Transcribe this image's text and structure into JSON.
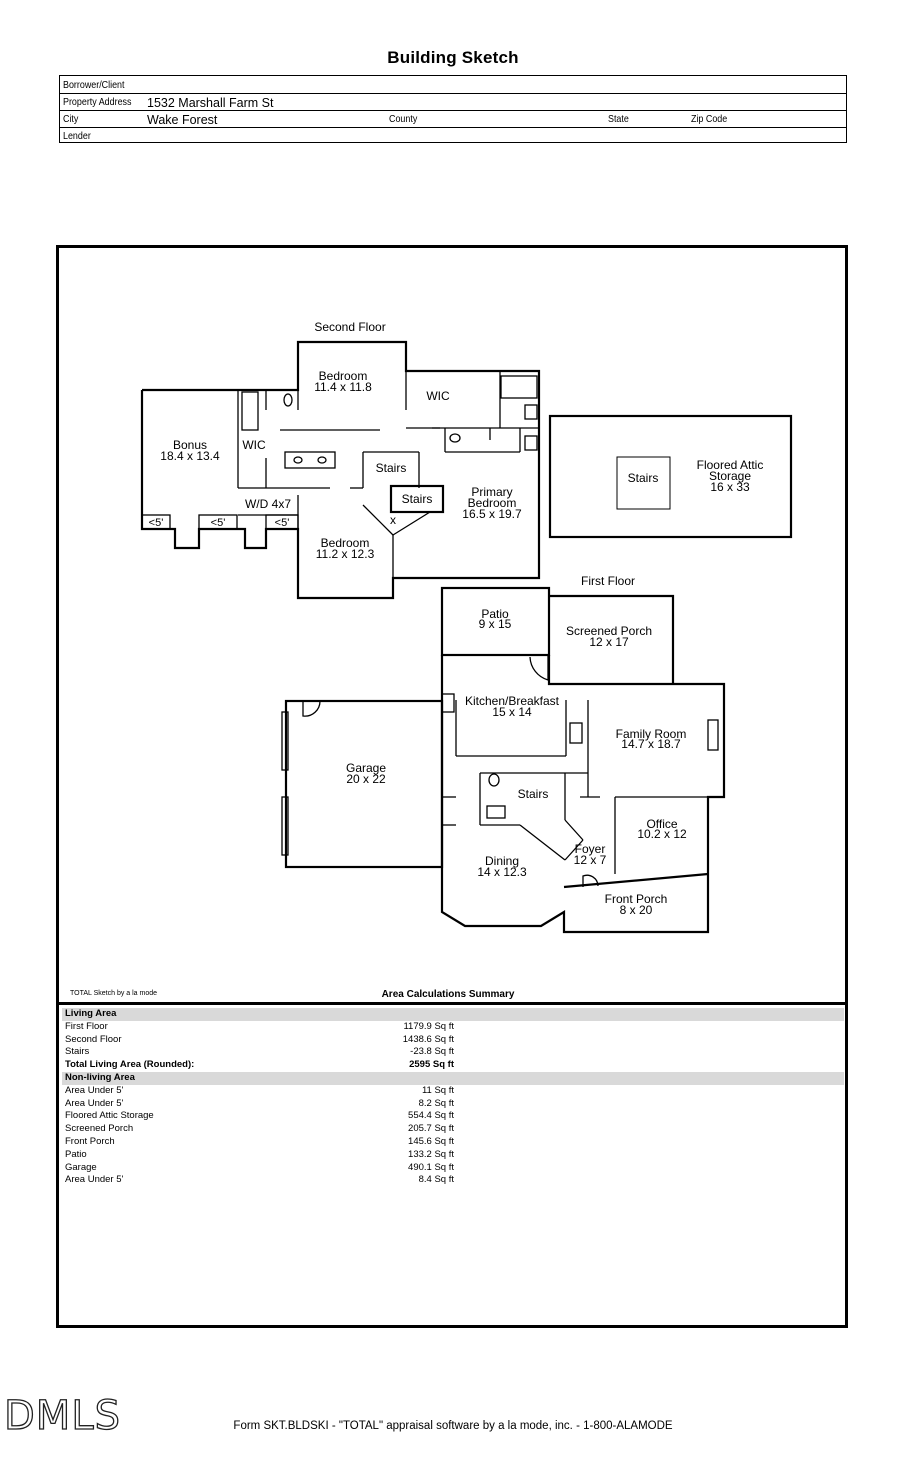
{
  "title": "Building Sketch",
  "header": {
    "borrower_label": "Borrower/Client",
    "borrower_value": "",
    "address_label": "Property Address",
    "address_value": "1532 Marshall Farm St",
    "city_label": "City",
    "city_value": "Wake Forest",
    "county_label": "County",
    "state_label": "State",
    "zip_label": "Zip Code",
    "lender_label": "Lender"
  },
  "sketch": {
    "second_floor": "Second Floor",
    "first_floor": "First Floor",
    "rooms": {
      "bedroom_top_name": "Bedroom",
      "bedroom_top_dim": "11.4 x 11.8",
      "wic": "WIC",
      "bonus_name": "Bonus",
      "bonus_dim": "18.4 x 13.4",
      "wic2": "WIC",
      "stairs_2a": "Stairs",
      "stairs_2b": "Stairs",
      "primary_name1": "Primary",
      "primary_name2": "Bedroom",
      "primary_dim": "16.5 x 19.7",
      "wd": "W/D 4x7",
      "x_mark": "x",
      "under5_a": "<5'",
      "under5_b": "<5'",
      "under5_c": "<5'",
      "bedroom_bot_name": "Bedroom",
      "bedroom_bot_dim": "11.2 x 12.3",
      "attic_stairs": "Stairs",
      "attic_name1": "Floored Attic",
      "attic_name2": "Storage",
      "attic_dim": "16 x 33",
      "patio_name": "Patio",
      "patio_dim": "9 x 15",
      "screened_name": "Screened Porch",
      "screened_dim": "12 x 17",
      "kitchen_name": "Kitchen/Breakfast",
      "kitchen_dim": "15 x 14",
      "family_name": "Family Room",
      "family_dim": "14.7 x 18.7",
      "garage_name": "Garage",
      "garage_dim": "20 x 22",
      "stairs_1": "Stairs",
      "office_name": "Office",
      "office_dim": "10.2 x 12",
      "foyer_name": "Foyer",
      "foyer_dim": "12 x 7",
      "dining_name": "Dining",
      "dining_dim": "14 x 12.3",
      "front_porch_name": "Front Porch",
      "front_porch_dim": "8 x 20"
    }
  },
  "credit": "TOTAL Sketch by a la mode",
  "area_summary": {
    "title": "Area Calculations Summary",
    "living_label": "Living Area",
    "living_rows": [
      {
        "label": "First Floor",
        "value": "1179.9 Sq ft"
      },
      {
        "label": "Second Floor",
        "value": "1438.6 Sq ft"
      },
      {
        "label": "Stairs",
        "value": "-23.8 Sq ft"
      }
    ],
    "total_label": "Total Living Area (Rounded):",
    "total_value": "2595 Sq ft",
    "nonliving_label": "Non-living Area",
    "nonliving_rows": [
      {
        "label": "Area Under 5'",
        "value": "11 Sq ft"
      },
      {
        "label": "Area Under 5'",
        "value": "8.2 Sq ft"
      },
      {
        "label": "Floored Attic Storage",
        "value": "554.4 Sq ft"
      },
      {
        "label": "Screened Porch",
        "value": "205.7 Sq ft"
      },
      {
        "label": "Front Porch",
        "value": "145.6 Sq ft"
      },
      {
        "label": "Patio",
        "value": "133.2 Sq ft"
      },
      {
        "label": "Garage",
        "value": "490.1 Sq ft"
      },
      {
        "label": "Area Under 5'",
        "value": "8.4 Sq ft"
      }
    ]
  },
  "logo": "DMLS",
  "footer": "Form SKT.BLDSKI - \"TOTAL\" appraisal software by a la mode, inc. - 1-800-ALAMODE"
}
